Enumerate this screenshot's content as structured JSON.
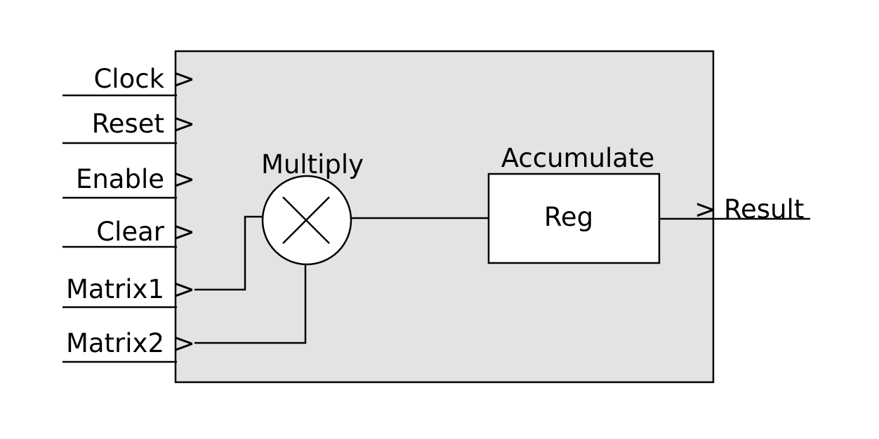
{
  "inputs": [
    {
      "label": "Clock"
    },
    {
      "label": "Reset"
    },
    {
      "label": "Enable"
    },
    {
      "label": "Clear"
    },
    {
      "label": "Matrix1"
    },
    {
      "label": "Matrix2"
    }
  ],
  "multiplier": {
    "label": "Multiply"
  },
  "accumulator": {
    "label": "Accumulate",
    "inner_label": "Reg"
  },
  "output": {
    "label": "Result"
  },
  "port_marker": ">",
  "colors": {
    "block_fill": "#e3e3e3",
    "stroke": "#000000",
    "box_fill": "#ffffff"
  }
}
